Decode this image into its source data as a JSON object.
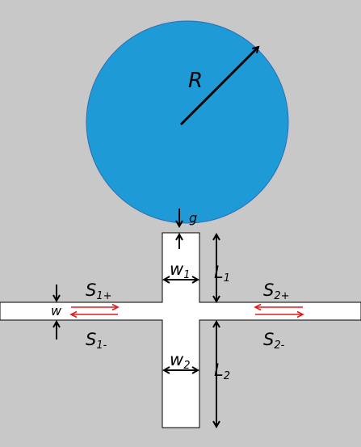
{
  "colors": {
    "background": "#c8c8c8",
    "disk": "#1e9ad6",
    "waveguide": "#ffffff",
    "outline": "#000000",
    "signal_arrow": "#e21a1a"
  },
  "labels": {
    "radius": "R",
    "gap": "g",
    "w1": {
      "base": "w",
      "sub": "1"
    },
    "l1": {
      "base": "L",
      "sub": "1"
    },
    "w2": {
      "base": "w",
      "sub": "2"
    },
    "l2": {
      "base": "L",
      "sub": "2"
    },
    "width": "w",
    "s1_plus": {
      "base": "S",
      "sub": "1+"
    },
    "s1_minus": {
      "base": "S",
      "sub": "1-"
    },
    "s2_plus": {
      "base": "S",
      "sub": "2+"
    },
    "s2_minus": {
      "base": "S",
      "sub": "2-"
    }
  }
}
